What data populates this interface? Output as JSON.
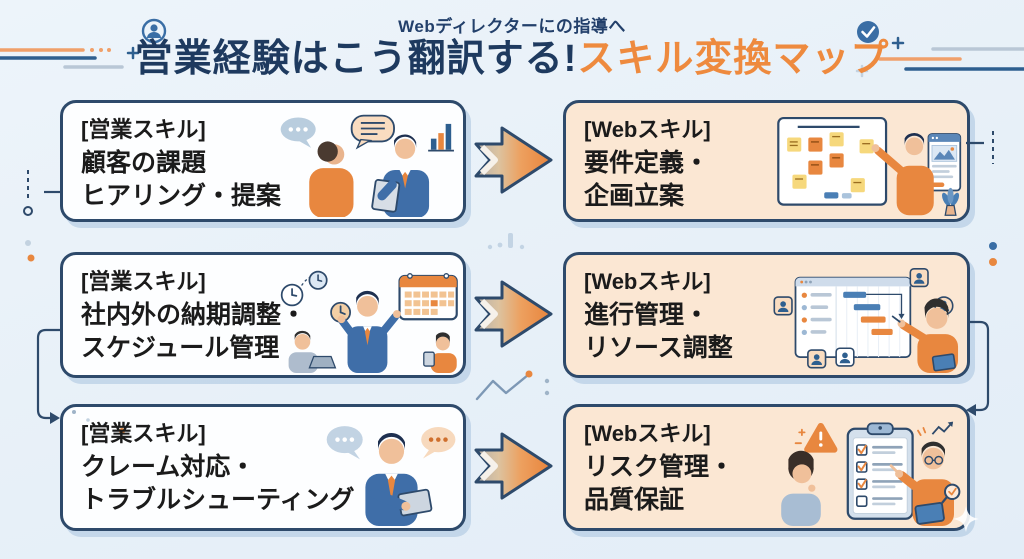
{
  "header": {
    "subtitle": "Webディレクターにの指導へ",
    "title_main": "営業経験はこう翻訳する!",
    "title_accent": "スキル変換マップ"
  },
  "rows": [
    {
      "left": {
        "tag": "[営業スキル]",
        "lines": [
          "顧客の課題",
          "ヒアリング・提案"
        ],
        "illustration": "two-people-consulting-with-speech-bubbles-and-bar-chart"
      },
      "right": {
        "tag": "[Webスキル]",
        "lines": [
          "要件定義・",
          "企画立案"
        ],
        "illustration": "person-placing-sticky-notes-on-whiteboard-with-web-mockup-and-plant"
      }
    },
    {
      "left": {
        "tag": "[営業スキル]",
        "lines": [
          "社内外の納期調整・",
          "スケジュール管理"
        ],
        "illustration": "businessman-with-clocks-calendar-and-two-colleagues"
      },
      "right": {
        "tag": "[Webスキル]",
        "lines": [
          "進行管理・",
          "リソース調整"
        ],
        "illustration": "gantt-chart-window-with-member-avatars-and-person-pointing"
      }
    },
    {
      "left": {
        "tag": "[営業スキル]",
        "lines": [
          "クレーム対応・",
          "トラブルシューティング"
        ],
        "illustration": "businessman-with-tablet-between-two-speech-bubbles"
      },
      "right": {
        "tag": "[Webスキル]",
        "lines": [
          "リスク管理・",
          "品質保証"
        ],
        "illustration": "checklist-clipboard-warning-sign-two-people-magnifier-trend-arrow"
      }
    }
  ],
  "icons": {
    "top_left": [
      "user-circle-icon",
      "plus-icon",
      "decorative-lines"
    ],
    "top_right": [
      "check-circle-icon",
      "plus-icon",
      "decorative-lines"
    ],
    "between_rows": [
      "mini-bar-chart-icon",
      "trend-zigzag-icon",
      "sparkle-icon"
    ],
    "arrow": "double-chevron-right-arrow"
  },
  "colors": {
    "background": "#e9f1f8",
    "title_navy": "#1e3a5f",
    "accent_orange": "#ee8a3e",
    "box_border": "#2e4a6b",
    "left_box_bg": "#fdfeff",
    "right_box_bg": "#fbe7d3",
    "connector": "#2e4a6b"
  }
}
